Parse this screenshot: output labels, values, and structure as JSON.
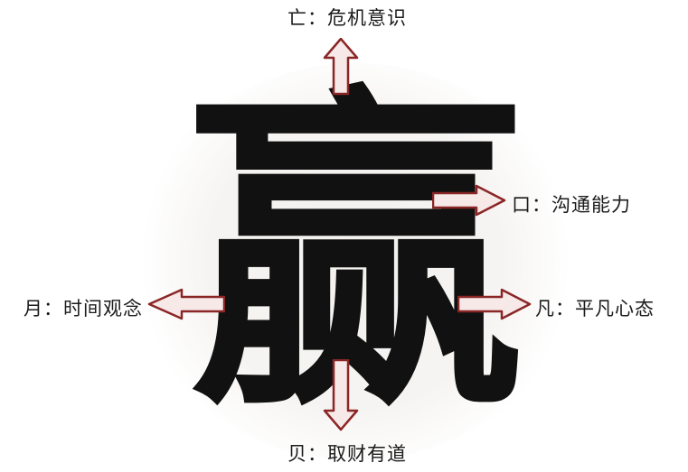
{
  "diagram": {
    "center_character": "赢",
    "labels": {
      "top": "亡：危机意识",
      "right_upper": "口：沟通能力",
      "left": "月：时间观念",
      "right_lower": "凡：平凡心态",
      "bottom": "贝：取财有道"
    },
    "colors": {
      "arrow_stroke": "#8a2626",
      "arrow_fill": "#f7e9e8",
      "character": "#111111",
      "label_text": "#1b1b1b",
      "background": "#ffffff"
    }
  }
}
